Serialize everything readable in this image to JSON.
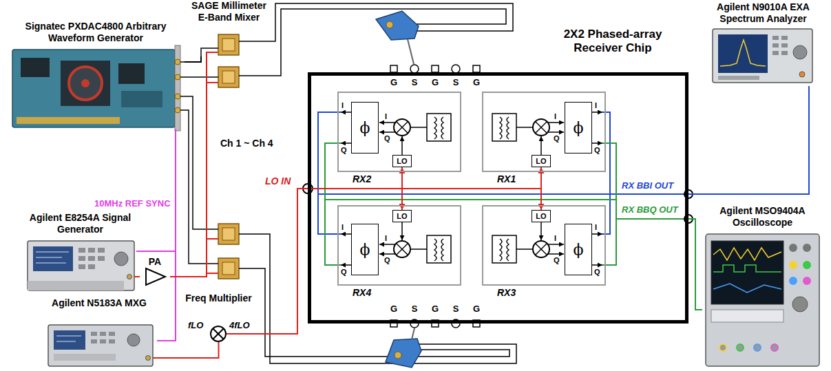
{
  "diagram": {
    "nodes": [
      {
        "text": [
          "Signatec PXDAC4800 Arbitrary Waveform Generator"
        ]
      },
      {
        "text": [
          "SAGE Millimeter E-Band Mixer"
        ]
      },
      {
        "text": [
          "Agilent E8254A Signal Generator"
        ]
      },
      {
        "text": [
          "PA"
        ]
      },
      {
        "text": [
          "Agilent N5183A MXG"
        ]
      },
      {
        "text": [
          "Freq Multiplier"
        ]
      },
      {
        "text": [
          "2X2 Phased-array Receiver Chip"
        ]
      },
      {
        "text": [
          "RX2"
        ],
        "in": 6
      },
      {
        "text": [
          "RX1"
        ],
        "in": 6
      },
      {
        "text": [
          "RX4"
        ],
        "in": 6
      },
      {
        "text": [
          "RX3"
        ],
        "in": 6
      },
      {
        "text": [
          "ϕ"
        ],
        "in": 7
      },
      {
        "text": [
          "LO"
        ],
        "in": 7
      },
      {
        "text": [
          "LO"
        ],
        "in": 8
      },
      {
        "text": [
          "ϕ"
        ],
        "in": 8
      },
      {
        "text": [
          "ϕ"
        ],
        "in": 9
      },
      {
        "text": [
          "LO"
        ],
        "in": 9
      },
      {
        "text": [
          "LO"
        ],
        "in": 10
      },
      {
        "text": [
          "ϕ"
        ],
        "in": 10
      },
      {
        "text": [
          "Agilent N9010A EXA Spectrum Analyzer"
        ]
      },
      {
        "text": [
          "Agilent MSO9404A Oscilloscope"
        ]
      }
    ],
    "edges": [
      {
        "from": 0,
        "to": 1,
        "arrow": "none"
      },
      {
        "from": 0,
        "to": 2,
        "arrow": "none"
      },
      {
        "from": 0,
        "to": 4,
        "arrow": "none"
      },
      {
        "from": 2,
        "to": 3,
        "arrow": "none"
      },
      {
        "from": 3,
        "to": 1,
        "arrow": "none"
      },
      {
        "from": 4,
        "to": 5,
        "arrow": "none"
      },
      {
        "from": 5,
        "to": 6,
        "arrow": "none"
      },
      {
        "from": 6,
        "to": 19,
        "arrow": "none"
      },
      {
        "from": 6,
        "to": 20,
        "arrow": "none"
      },
      {
        "from": 6,
        "to": 12,
        "arrow": "to"
      },
      {
        "from": 6,
        "to": 13,
        "arrow": "to"
      },
      {
        "from": 6,
        "to": 16,
        "arrow": "to"
      },
      {
        "from": 6,
        "to": 17,
        "arrow": "to"
      }
    ],
    "labels": [
      "Ch 1 ~ Ch 4",
      "10MHz REF SYNC",
      "fLO",
      "4fLO",
      "LO IN",
      "G",
      "S",
      "G",
      "S",
      "G",
      "G",
      "S",
      "G",
      "S",
      "G",
      "RX BBI OUT",
      "RX BBQ OUT",
      "I",
      "Q",
      "I",
      "Q",
      "I",
      "Q",
      "I",
      "Q",
      "I",
      "Q",
      "I",
      "Q",
      "I",
      "Q",
      "I",
      "Q"
    ]
  }
}
